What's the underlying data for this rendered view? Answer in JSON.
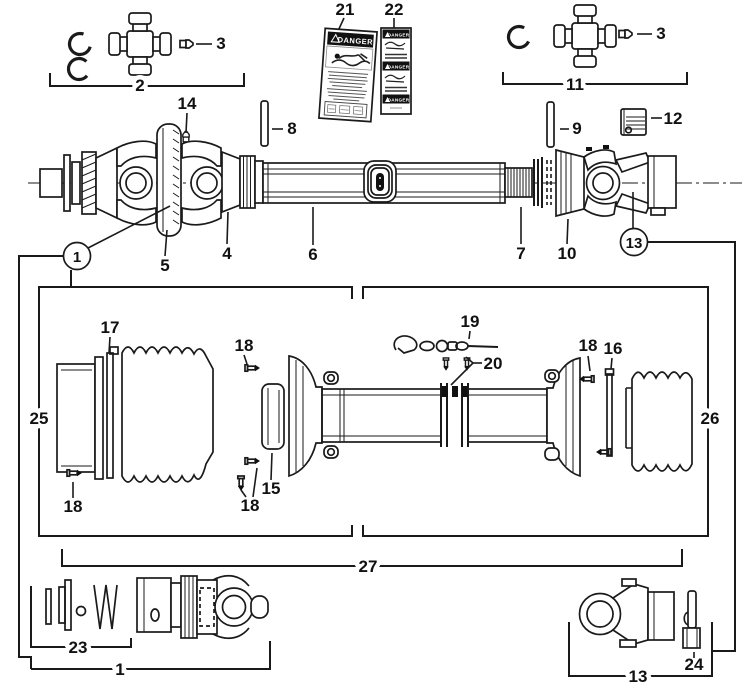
{
  "parts": {
    "p1": "1",
    "p2": "2",
    "p3": "3",
    "p4": "4",
    "p5": "5",
    "p6": "6",
    "p7": "7",
    "p8": "8",
    "p9": "9",
    "p10": "10",
    "p11": "11",
    "p12": "12",
    "p13": "13",
    "p14": "14",
    "p15": "15",
    "p16": "16",
    "p17": "17",
    "p18": "18",
    "p19": "19",
    "p20": "20",
    "p21": "21",
    "p22": "22",
    "p23": "23",
    "p24": "24",
    "p25": "25",
    "p26": "26",
    "p27": "27"
  },
  "decals": {
    "large_danger": {
      "header": "DANGER"
    },
    "strip_danger": {
      "header": "DANGER"
    }
  },
  "colors": {
    "line": "#1a1a1a",
    "decal_black": "#0d0d0d",
    "background": "#ffffff"
  }
}
